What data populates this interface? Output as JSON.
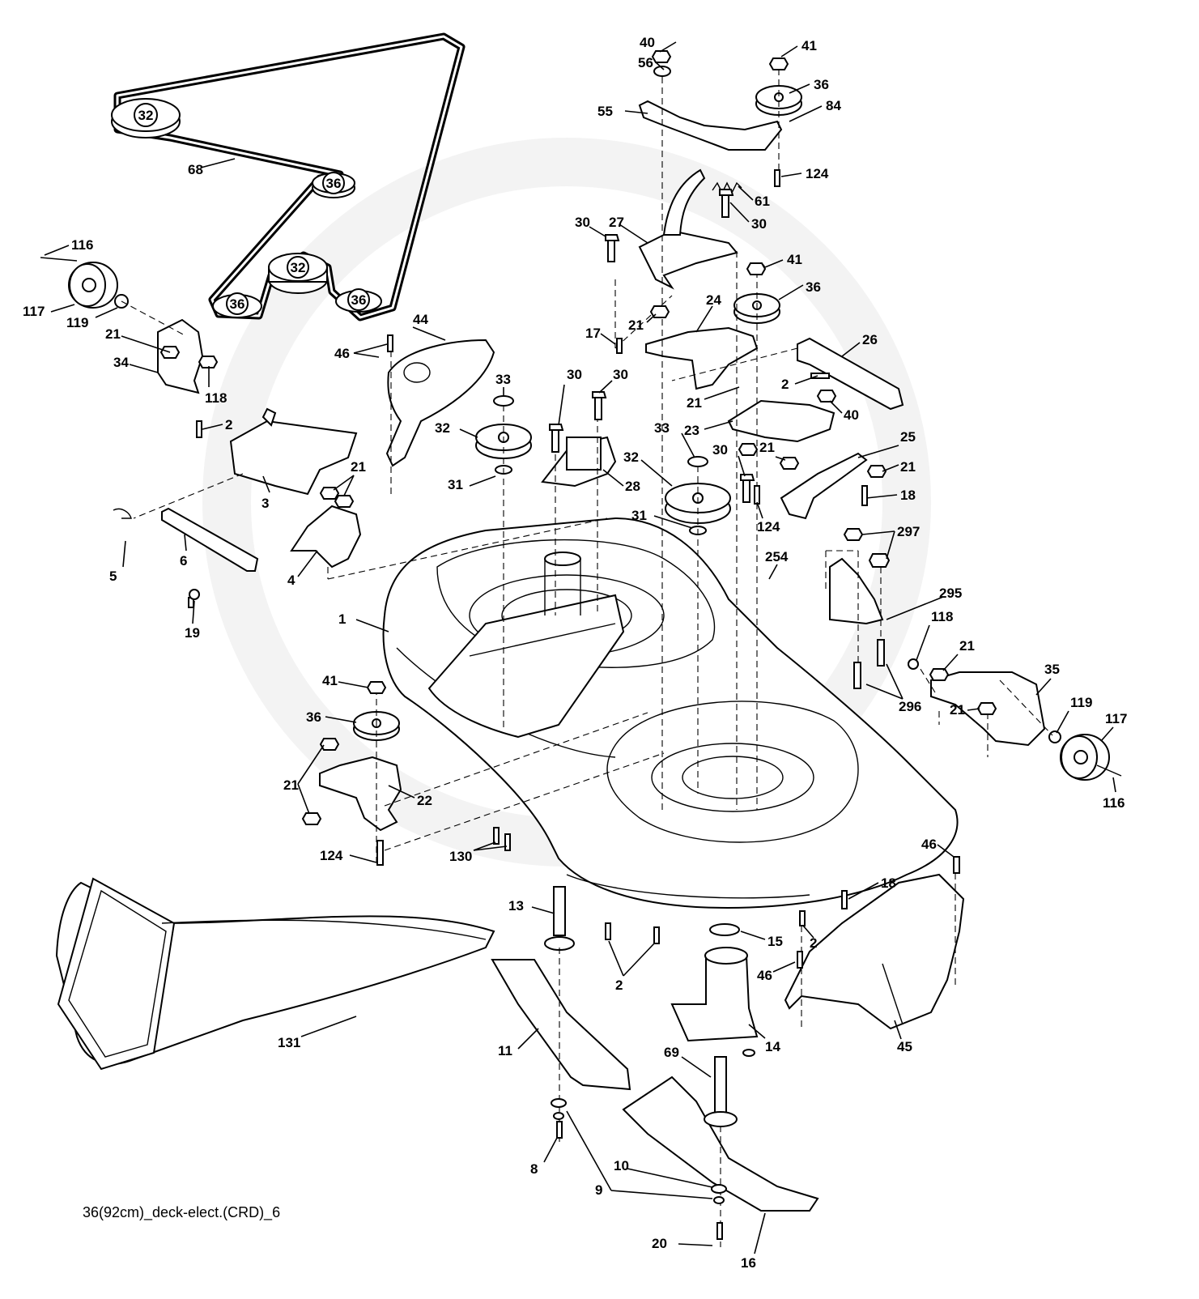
{
  "caption": "36(92cm)_deck-elect.(CRD)_6",
  "pulley_labels": [
    "32",
    "36",
    "32",
    "36",
    "36"
  ],
  "labels": [
    "68",
    "116",
    "117",
    "119",
    "21",
    "34",
    "118",
    "2",
    "46",
    "44",
    "3",
    "21",
    "5",
    "6",
    "4",
    "19",
    "40",
    "56",
    "41",
    "36",
    "84",
    "55",
    "124",
    "61",
    "30",
    "27",
    "30",
    "41",
    "36",
    "24",
    "17",
    "21",
    "26",
    "2",
    "40",
    "21",
    "23",
    "33",
    "30",
    "30",
    "32",
    "31",
    "28",
    "33",
    "30",
    "32",
    "21",
    "25",
    "21",
    "18",
    "31",
    "124",
    "297",
    "254",
    "1",
    "295",
    "118",
    "21",
    "35",
    "296",
    "21",
    "119",
    "117",
    "116",
    "41",
    "36",
    "21",
    "22",
    "124",
    "130",
    "46",
    "18",
    "13",
    "15",
    "2",
    "46",
    "2",
    "131",
    "11",
    "14",
    "45",
    "69",
    "10",
    "8",
    "9",
    "20",
    "16"
  ]
}
